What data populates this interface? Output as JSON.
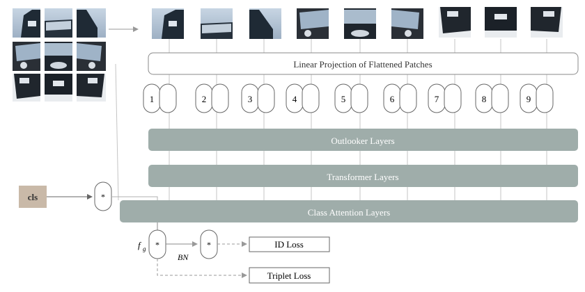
{
  "projection_label": "Linear Projection of Flattened Patches",
  "token_numbers": [
    "1",
    "2",
    "3",
    "4",
    "5",
    "6",
    "7",
    "8",
    "9"
  ],
  "outlooker_label": "Outlooker Layers",
  "transformer_label": "Transformer Layers",
  "class_attention_label": "Class Attention Layers",
  "cls_label": "cls",
  "star_symbol": "*",
  "feature_symbol": "f",
  "feature_subscript": "g",
  "bn_label": "BN",
  "id_loss_label": "ID Loss",
  "triplet_loss_label": "Triplet Loss",
  "colors": {
    "layer_block": "#9fadaa",
    "cls_box": "#c9b9a8",
    "line": "#b0b0b0",
    "dark_line": "#666666"
  }
}
